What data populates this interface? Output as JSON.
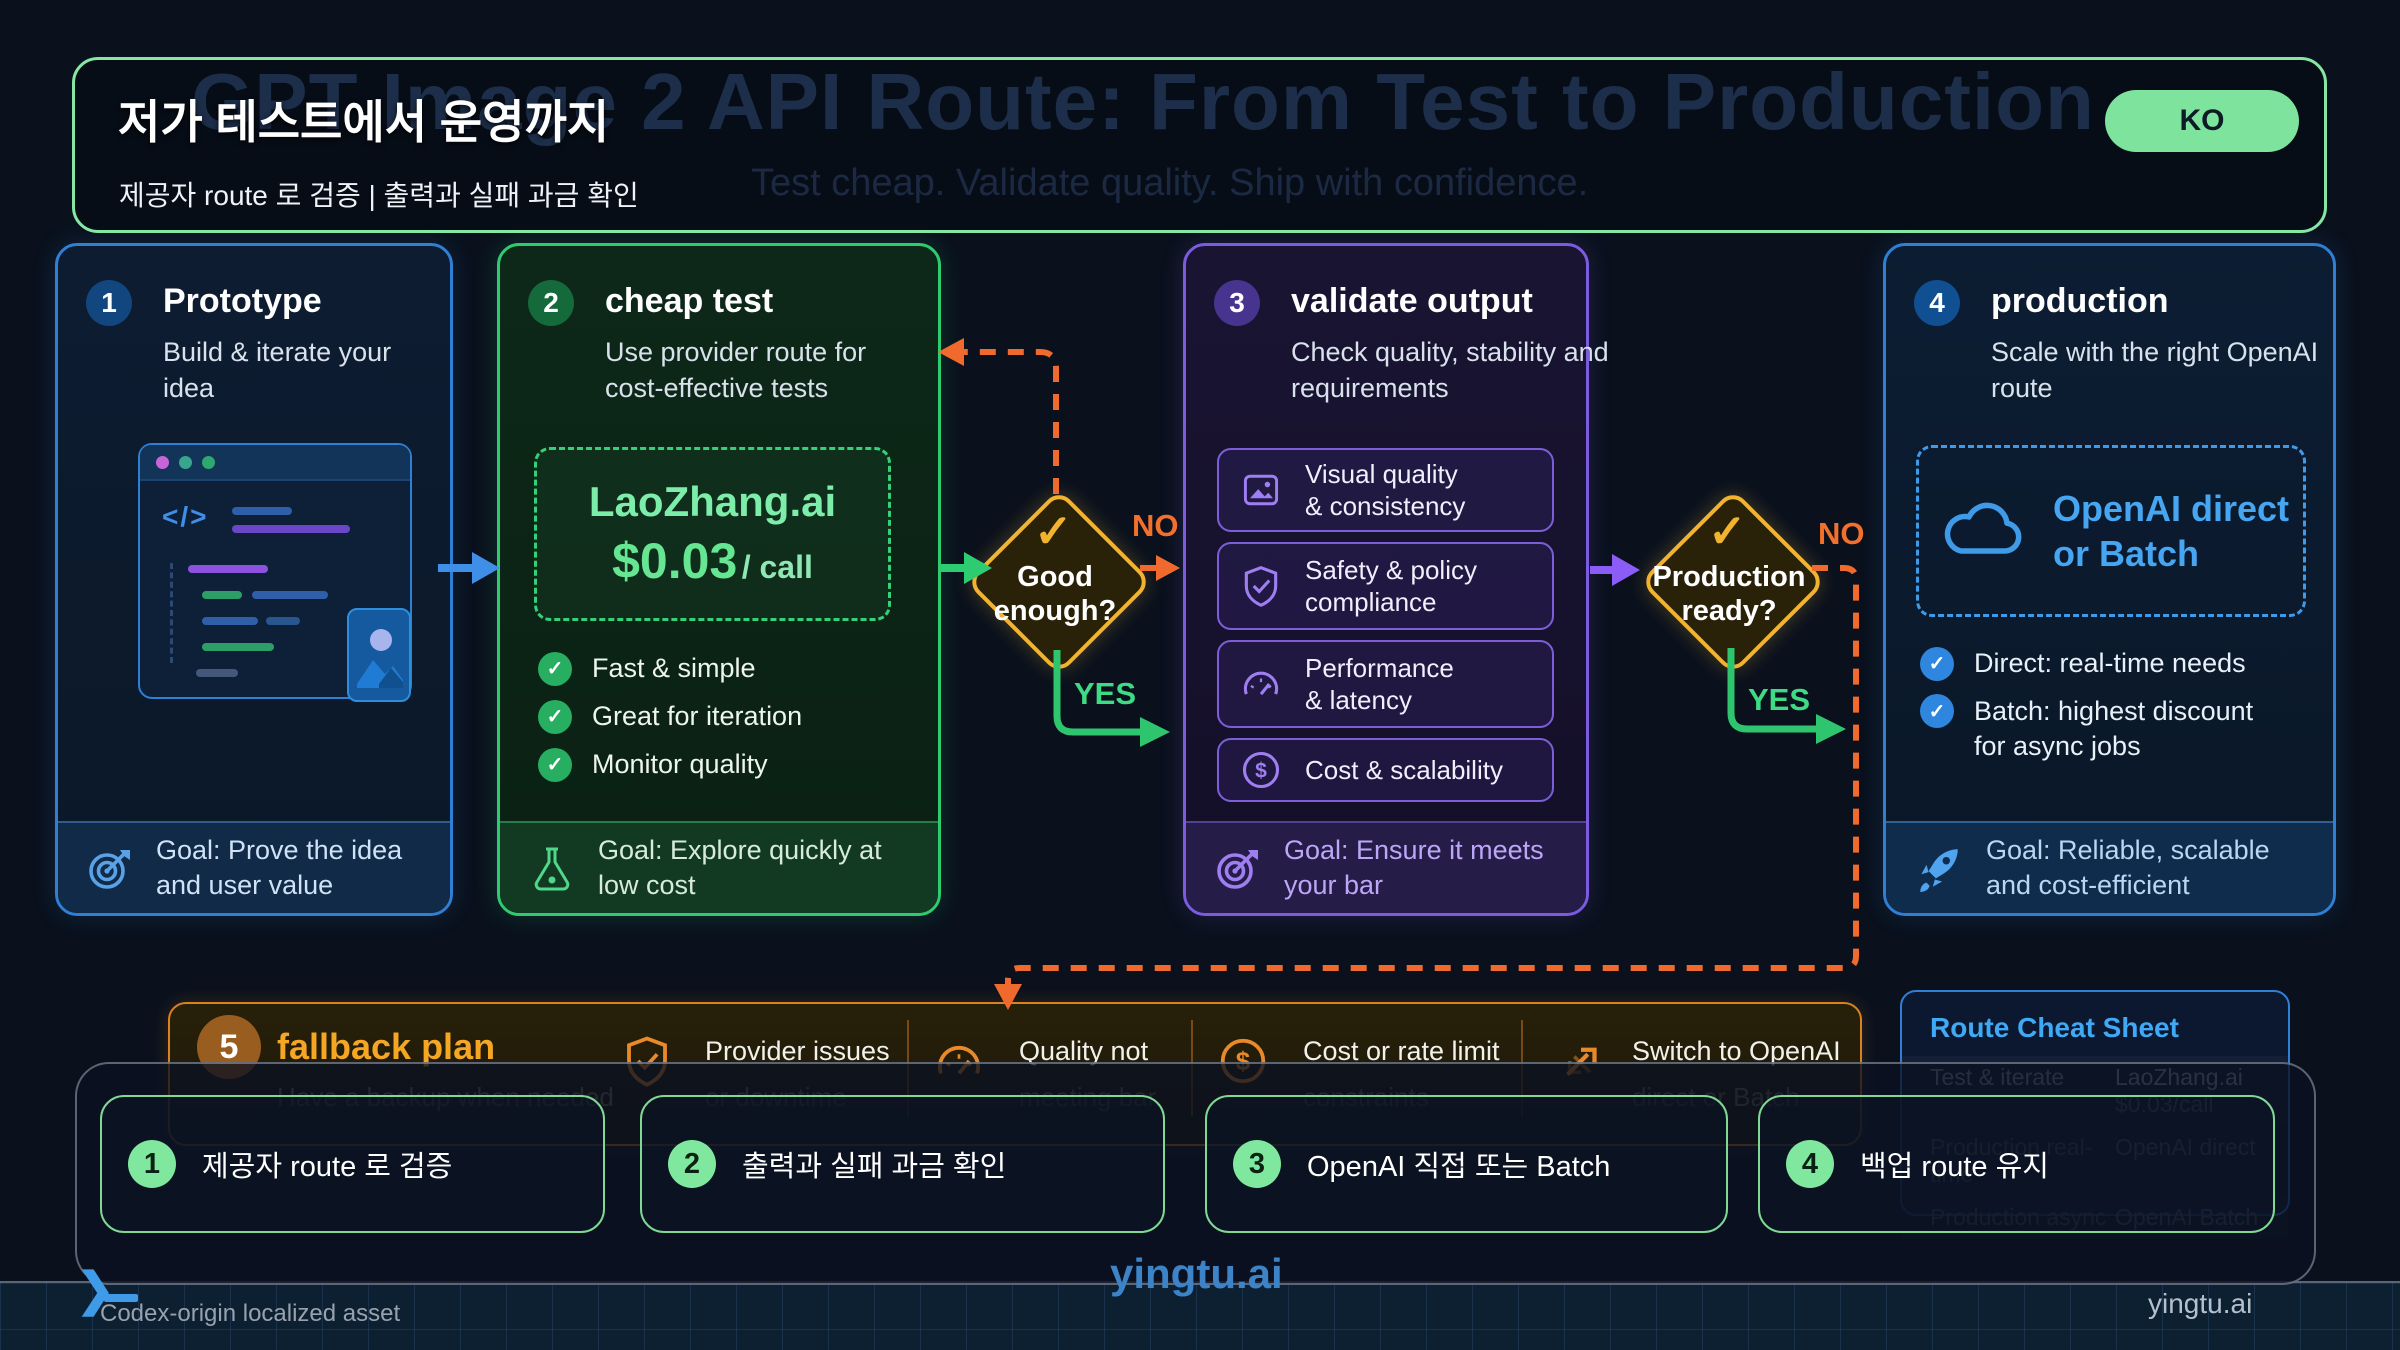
{
  "header": {
    "ghost_title": "GPT Image 2 API Route: From Test to Production",
    "ghost_subtitle": "Test cheap. Validate quality. Ship with confidence.",
    "title": "저가 테스트에서 운영까지",
    "subtitle": "제공자 route 로 검증 | 출력과 실패 과금 확인",
    "lang_badge": "KO"
  },
  "cards": [
    {
      "number": "1",
      "title": "Prototype",
      "subtitle": "Build & iterate your idea",
      "goal": "Goal: Prove the idea and user value"
    },
    {
      "number": "2",
      "title": "cheap test",
      "subtitle": "Use provider route for cost-effective tests",
      "provider_name": "LaoZhang.ai",
      "provider_price": "$0.03",
      "provider_unit": "/ call",
      "checks": [
        "Fast & simple",
        "Great for iteration",
        "Monitor quality"
      ],
      "goal": "Goal: Explore quickly at low cost"
    },
    {
      "number": "3",
      "title": "validate output",
      "subtitle": "Check quality, stability and requirements",
      "items": [
        {
          "line1": "Visual quality",
          "line2": "& consistency"
        },
        {
          "line1": "Safety & policy",
          "line2": "compliance"
        },
        {
          "line1": "Performance",
          "line2": "& latency"
        },
        {
          "line1": "Cost & scalability",
          "line2": ""
        }
      ],
      "goal": "Goal: Ensure it meets your bar"
    },
    {
      "number": "4",
      "title": "production",
      "subtitle": "Scale with the right OpenAI route",
      "route_line1": "OpenAI direct",
      "route_line2": "or Batch",
      "checks": [
        "Direct: real-time needs",
        "Batch: highest discount for async jobs"
      ],
      "goal": "Goal: Reliable, scalable and cost-efficient"
    }
  ],
  "decisions": [
    {
      "label": "Good enough?",
      "no": "NO",
      "yes": "YES"
    },
    {
      "label": "Production ready?",
      "no": "NO",
      "yes": "YES"
    }
  ],
  "fallback": {
    "number": "5",
    "title": "fallback plan",
    "subtitle": "Have a backup when needed",
    "items": [
      {
        "line1": "Provider issues",
        "line2": "or downtime"
      },
      {
        "line1": "Quality not",
        "line2": "meeting bar"
      },
      {
        "line1": "Cost or rate limit",
        "line2": "constraints"
      },
      {
        "line1": "Switch to OpenAI",
        "line2": "direct or Batch"
      }
    ]
  },
  "cheatsheet": {
    "title": "Route Cheat Sheet",
    "rows": [
      {
        "k": "Test & iterate",
        "v": "LaoZhang.ai $0.03/call"
      },
      {
        "k": "Production real-time",
        "v": "OpenAI direct"
      },
      {
        "k": "Production async",
        "v": "OpenAI Batch"
      }
    ]
  },
  "overlay_steps": [
    {
      "number": "1",
      "label": "제공자 route 로 검증"
    },
    {
      "number": "2",
      "label": "출력과 실패 과금 확인"
    },
    {
      "number": "3",
      "label": "OpenAI 직접 또는 Batch"
    },
    {
      "number": "4",
      "label": "백업 route 유지"
    }
  ],
  "footer": {
    "note": "Codex-origin localized asset",
    "brand_center": "yingtu.ai",
    "brand_right": "yingtu.ai"
  },
  "icons": {
    "check": "✓",
    "dollar": "$",
    "chevron": "❯",
    "code": "</>"
  },
  "colors": {
    "accent_green": "#2ecc71",
    "accent_blue": "#2f7fd4",
    "accent_purple": "#8b5cf6",
    "accent_amber": "#f2b32f",
    "accent_orange": "#ef6a2c",
    "badge_green": "#7de39d"
  }
}
